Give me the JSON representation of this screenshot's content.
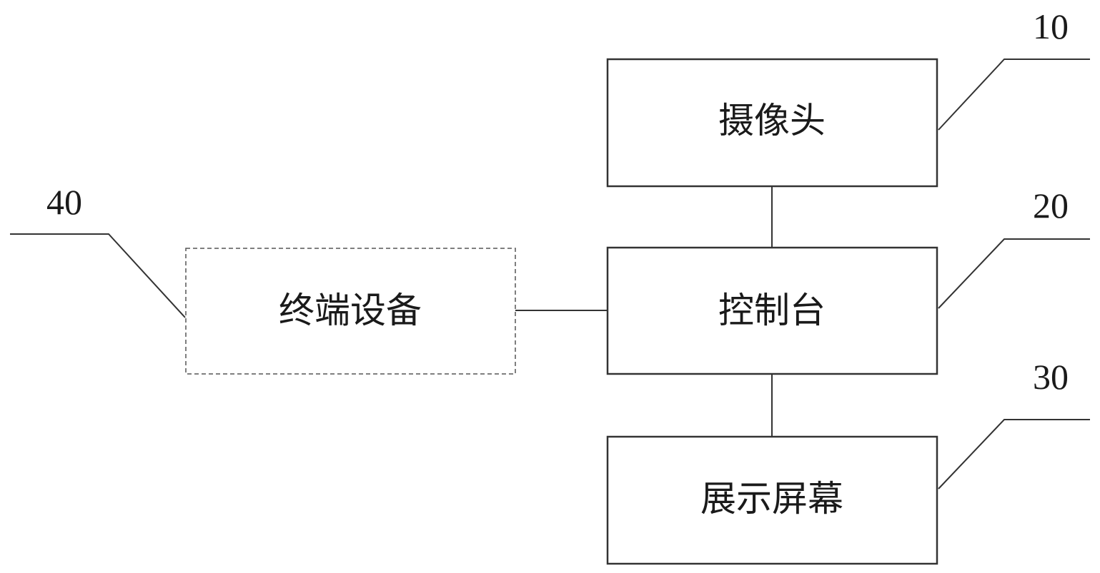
{
  "nodes": {
    "camera": {
      "label": "摄像头",
      "ref": "10"
    },
    "console": {
      "label": "控制台",
      "ref": "20"
    },
    "display": {
      "label": "展示屏幕",
      "ref": "30"
    },
    "terminal": {
      "label": "终端设备",
      "ref": "40"
    }
  },
  "edges": [
    {
      "from": "camera",
      "to": "console",
      "style": "solid"
    },
    {
      "from": "console",
      "to": "display",
      "style": "solid"
    },
    {
      "from": "terminal",
      "to": "console",
      "style": "solid"
    }
  ],
  "styles": {
    "terminal_border": "dashed",
    "line_color": "#333333"
  }
}
